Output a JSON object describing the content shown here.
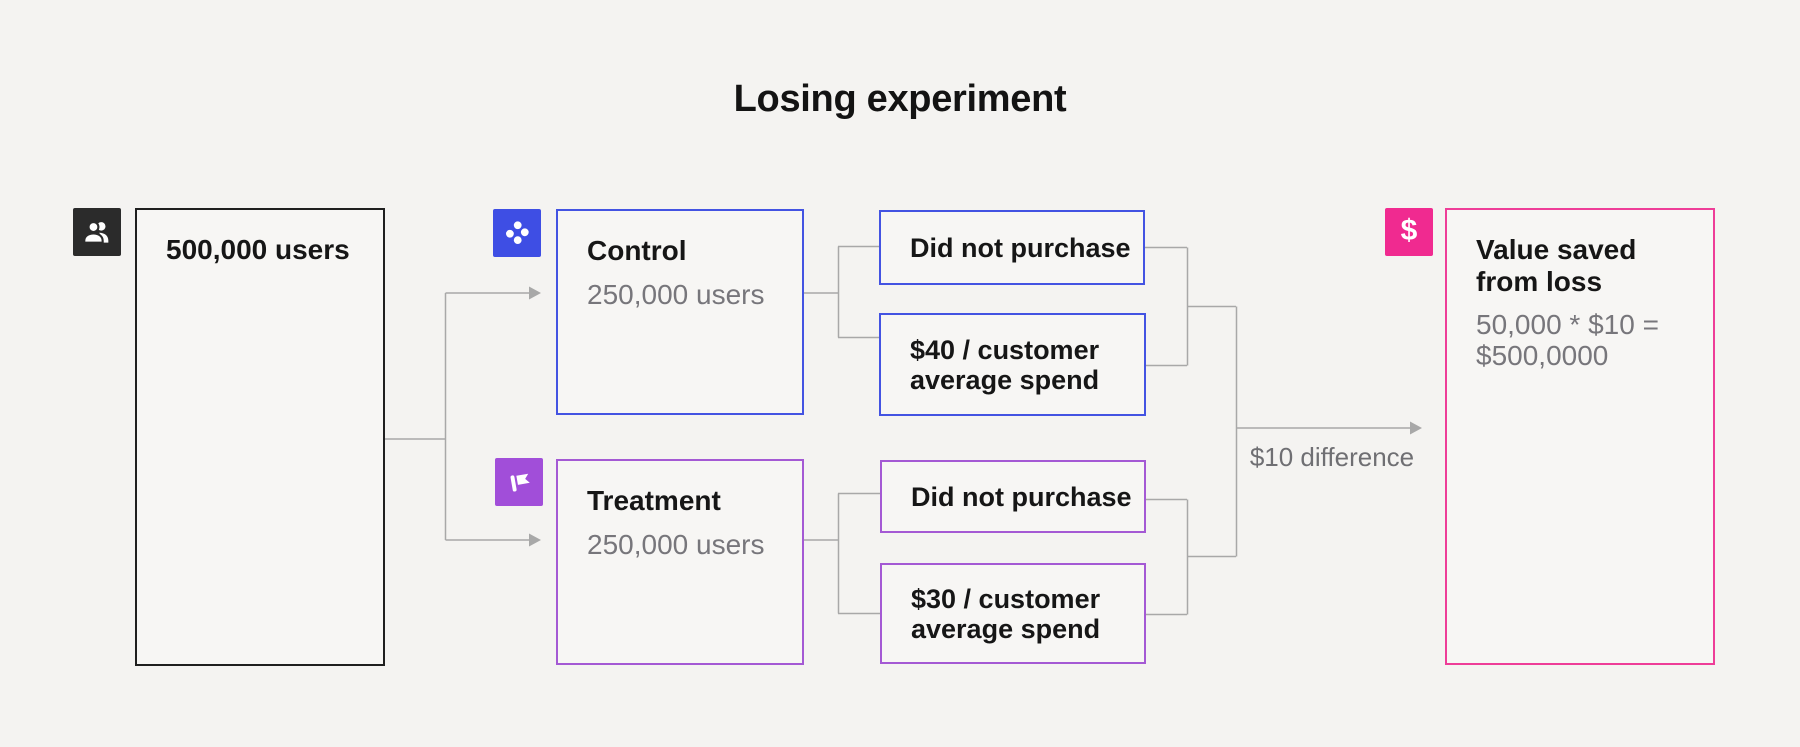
{
  "canvas": {
    "title": "Losing experiment"
  },
  "colors": {
    "background": "#f4f3f1",
    "node_fill": "#f7f6f4",
    "black_border": "#1f1f1f",
    "blue": "#3e4ee4",
    "blue_border": "#4353e2",
    "purple": "#a14ed9",
    "purple_border": "#a459d4",
    "pink": "#f02a90",
    "pink_border": "#ee3d98",
    "dark_tile": "#2b2b2b",
    "gray_text": "#77767b",
    "connector_gray": "#a8a8a8"
  },
  "icons": {
    "users": "users-icon",
    "control": "dots-diamond-icon",
    "treatment": "flag-icon",
    "value": "dollar-icon",
    "dollar_glyph": "$"
  },
  "nodes": {
    "users": {
      "label": "500,000 users"
    },
    "control": {
      "title": "Control",
      "subtitle": "250,000 users"
    },
    "treatment": {
      "title": "Treatment",
      "subtitle": "250,000 users"
    },
    "control_no_purchase": {
      "label": "Did not purchase"
    },
    "control_spend": {
      "line1": "$40 / customer",
      "line2": "average spend"
    },
    "treatment_no_purchase": {
      "label": "Did not purchase"
    },
    "treatment_spend": {
      "line1": "$30 / customer",
      "line2": "average spend"
    },
    "value": {
      "title_line1": "Value saved",
      "title_line2": "from loss",
      "formula_line1": "50,000 * $10 =",
      "formula_line2": "$500,0000"
    }
  },
  "labels": {
    "difference": "$10 difference"
  }
}
